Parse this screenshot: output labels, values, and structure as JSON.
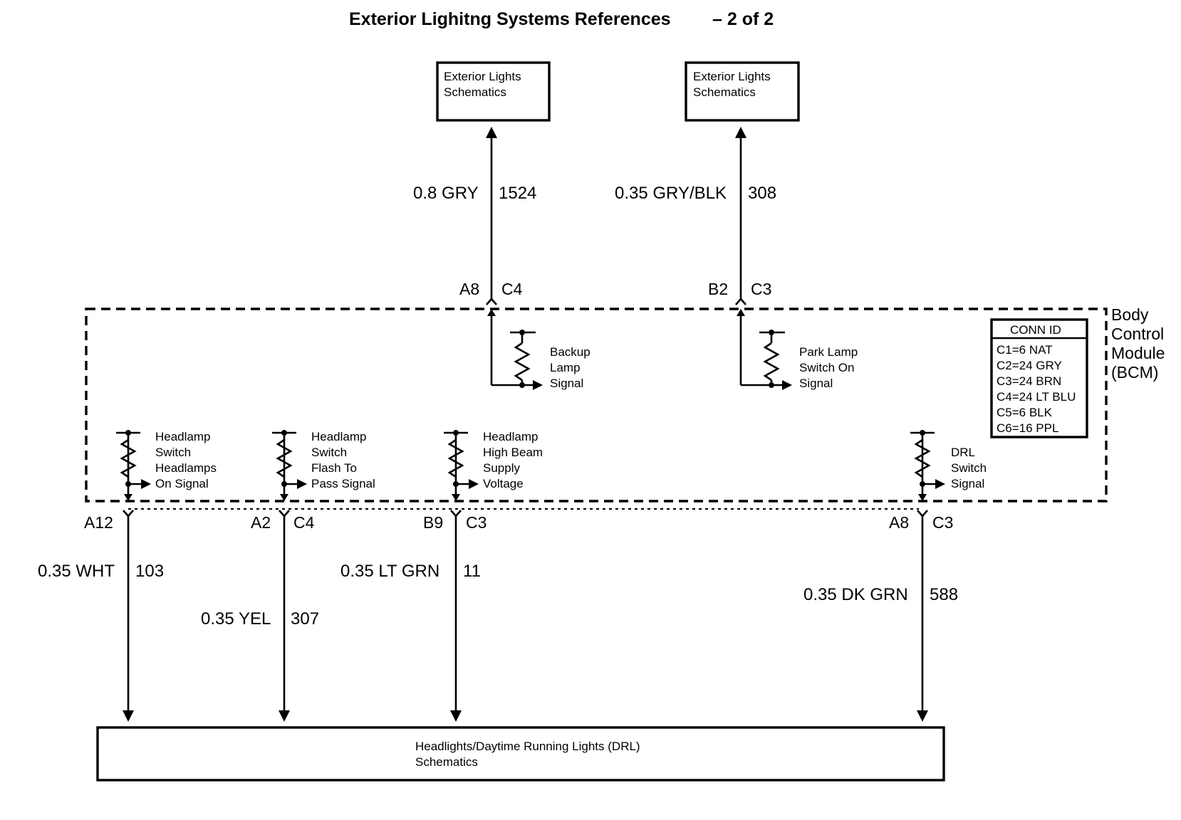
{
  "title": "Exterior Lighitng Systems References",
  "title_page": "– 2 of 2",
  "top_boxes": [
    {
      "line1": "Exterior Lights",
      "line2": "Schematics"
    },
    {
      "line1": "Exterior Lights",
      "line2": "Schematics"
    }
  ],
  "upper_wires": [
    {
      "spec": "0.8 GRY",
      "circuit": "1524",
      "pin": "A8",
      "connector": "C4",
      "signal": [
        "Backup",
        "Lamp",
        "Signal"
      ]
    },
    {
      "spec": "0.35 GRY/BLK",
      "circuit": "308",
      "pin": "B2",
      "connector": "C3",
      "signal": [
        "Park Lamp",
        "Switch On",
        "Signal"
      ]
    }
  ],
  "lower_wires": [
    {
      "spec": "0.35 WHT",
      "circuit": "103",
      "pin": "A12",
      "connector": "",
      "signal": [
        "Headlamp",
        "Switch",
        "Headlamps",
        "On Signal"
      ]
    },
    {
      "spec": "0.35 YEL",
      "circuit": "307",
      "pin": "A2",
      "connector": "C4",
      "signal": [
        "Headlamp",
        "Switch",
        "Flash To",
        "Pass Signal"
      ]
    },
    {
      "spec": "0.35 LT GRN",
      "circuit": "11",
      "pin": "B9",
      "connector": "C3",
      "signal": [
        "Headlamp",
        "High Beam",
        "Supply",
        "Voltage"
      ]
    },
    {
      "spec": "0.35 DK GRN",
      "circuit": "588",
      "pin": "A8",
      "connector": "C3",
      "signal": [
        "DRL",
        "Switch",
        "Signal"
      ]
    }
  ],
  "module": {
    "name": [
      "Body",
      "Control",
      "Module",
      "(BCM)"
    ]
  },
  "conn_id": {
    "header": "CONN ID",
    "rows": [
      "C1=6 NAT",
      "C2=24 GRY",
      "C3=24 BRN",
      "C4=24 LT BLU",
      "C5=6 BLK",
      "C6=16 PPL"
    ]
  },
  "bottom_box": {
    "line1": "Headlights/Daytime Running Lights (DRL)",
    "line2": "Schematics"
  }
}
